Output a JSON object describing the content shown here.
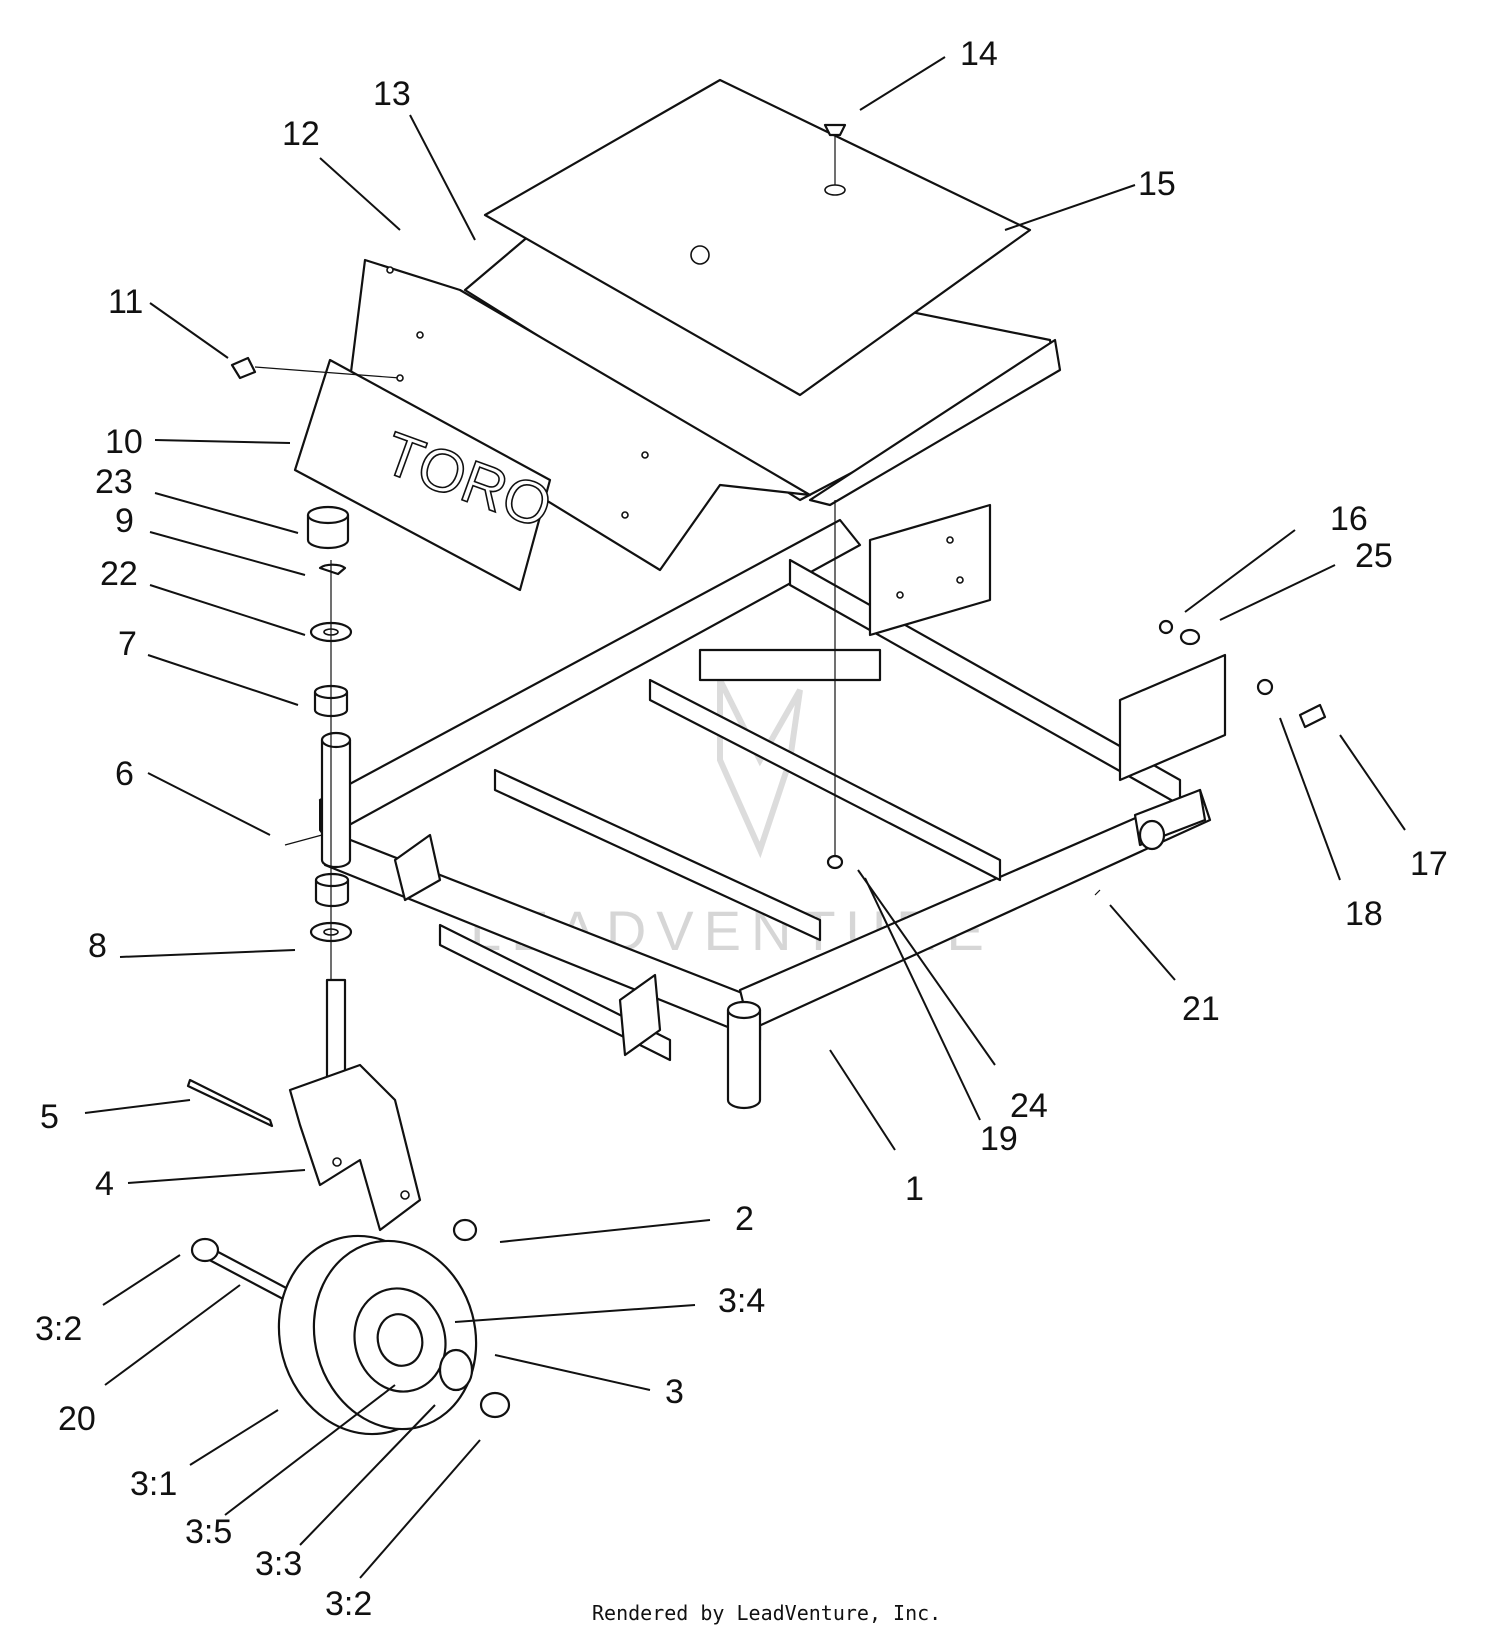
{
  "diagram": {
    "brand_text": "TORO",
    "watermark_text": "LEADVENTURE",
    "credit": "Rendered by LeadVenture, Inc.",
    "callouts": [
      {
        "id": "c1",
        "label": "1"
      },
      {
        "id": "c2",
        "label": "2"
      },
      {
        "id": "c3",
        "label": "3"
      },
      {
        "id": "c3-1",
        "label": "3:1"
      },
      {
        "id": "c3-2a",
        "label": "3:2"
      },
      {
        "id": "c3-2b",
        "label": "3:2"
      },
      {
        "id": "c3-3",
        "label": "3:3"
      },
      {
        "id": "c3-4",
        "label": "3:4"
      },
      {
        "id": "c3-5",
        "label": "3:5"
      },
      {
        "id": "c4",
        "label": "4"
      },
      {
        "id": "c5",
        "label": "5"
      },
      {
        "id": "c6",
        "label": "6"
      },
      {
        "id": "c7",
        "label": "7"
      },
      {
        "id": "c8",
        "label": "8"
      },
      {
        "id": "c9",
        "label": "9"
      },
      {
        "id": "c10",
        "label": "10"
      },
      {
        "id": "c11",
        "label": "11"
      },
      {
        "id": "c12",
        "label": "12"
      },
      {
        "id": "c13",
        "label": "13"
      },
      {
        "id": "c14",
        "label": "14"
      },
      {
        "id": "c15",
        "label": "15"
      },
      {
        "id": "c16",
        "label": "16"
      },
      {
        "id": "c17",
        "label": "17"
      },
      {
        "id": "c18",
        "label": "18"
      },
      {
        "id": "c19",
        "label": "19"
      },
      {
        "id": "c20",
        "label": "20"
      },
      {
        "id": "c21",
        "label": "21"
      },
      {
        "id": "c22",
        "label": "22"
      },
      {
        "id": "c23",
        "label": "23"
      },
      {
        "id": "c24",
        "label": "24"
      },
      {
        "id": "c25",
        "label": "25"
      }
    ]
  }
}
